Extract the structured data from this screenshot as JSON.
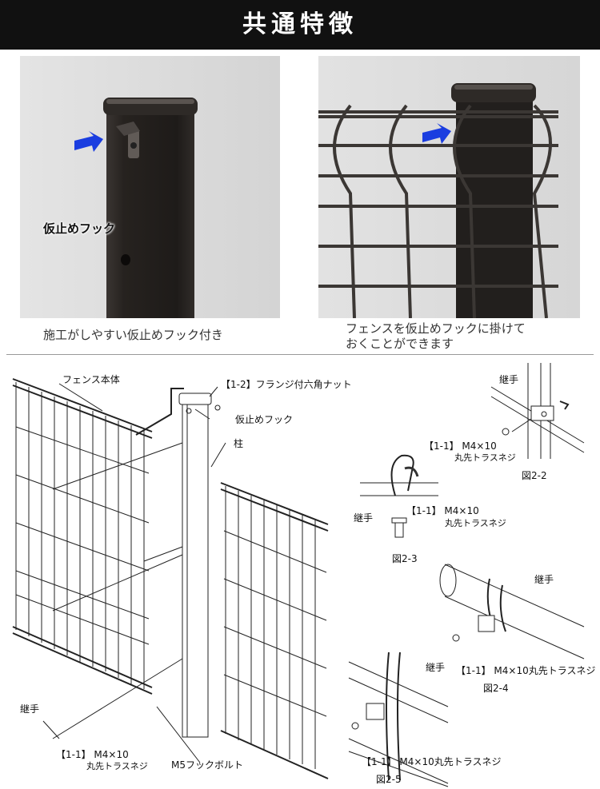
{
  "banner": {
    "title": "共通特徴"
  },
  "photos": {
    "left": {
      "hook_label": "仮止めフック",
      "caption": "施工がしやすい仮止めフック付き"
    },
    "right": {
      "caption_line1": "フェンスを仮止めフックに掛けて",
      "caption_line2": "おくことができます"
    }
  },
  "diagram": {
    "labels": {
      "fence_body": "フェンス本体",
      "flange_nut": "【1-2】フランジ付六角ナット",
      "temp_hook": "仮止めフック",
      "post": "柱",
      "joint_main": "継手",
      "screw_main_1": "【1-1】 M4×10",
      "screw_main_2": "丸先トラスネジ",
      "hook_bolt": "M5フックボルト",
      "joint_fig22": "継手",
      "screw_fig22_1": "【1-1】 M4×10",
      "screw_fig22_2": "丸先トラスネジ",
      "fig22": "図2-2",
      "joint_fig23": "継手",
      "screw_fig23_1": "【1-1】 M4×10",
      "screw_fig23_2": "丸先トラスネジ",
      "fig23": "図2-3",
      "joint_fig24": "継手",
      "screw_fig24": "【1-1】 M4×10丸先トラスネジ",
      "fig24": "図2-4",
      "joint_fig25": "継手",
      "screw_fig25": "【1-1】 M4×10丸先トラスネジ",
      "fig25": "図2-5"
    }
  },
  "colors": {
    "banner_bg": "#111111",
    "post": "#2b2826",
    "arrow": "#1a3de0",
    "photo_bg": "#dcdcdc"
  }
}
